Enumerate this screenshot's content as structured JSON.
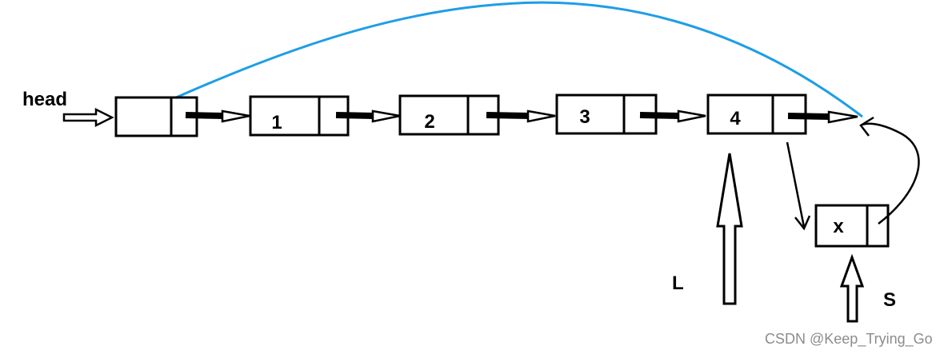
{
  "labels": {
    "head": "head",
    "pointer_l": "L",
    "pointer_s": "S",
    "watermark": "CSDN @Keep_Trying_Go"
  },
  "nodes": [
    {
      "value": ""
    },
    {
      "value": "1"
    },
    {
      "value": "2"
    },
    {
      "value": "3"
    },
    {
      "value": "4"
    }
  ],
  "new_node": {
    "value": "x"
  },
  "colors": {
    "ink": "#000000",
    "back_link": "#1e9ee6",
    "watermark": "#8c8c8c"
  },
  "icons": {
    "head_pointer": "hollow-right-arrow-icon",
    "l_pointer": "hollow-up-arrow-icon",
    "s_pointer": "hollow-up-arrow-icon"
  }
}
